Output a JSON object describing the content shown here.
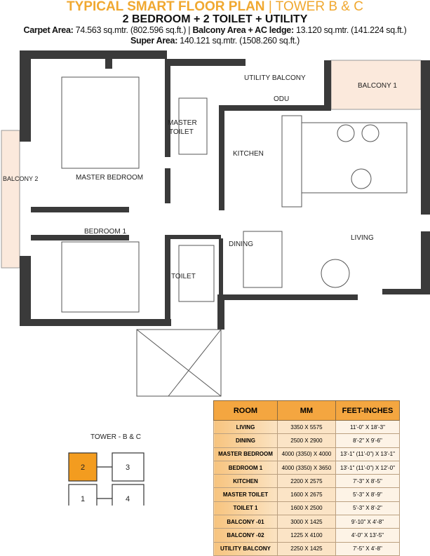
{
  "header": {
    "title": "TYPICAL SMART FLOOR PLAN",
    "title_suffix": "| TOWER B & C",
    "config": "2 BEDROOM + 2 TOILET + UTILITY",
    "carpet_label": "Carpet Area:",
    "carpet_value": "74.563 sq.mtr. (802.596 sq.ft.) |",
    "balcony_label": "Balcony Area + AC ledge:",
    "balcony_value": "13.120 sq.mtr. (141.224 sq.ft.)",
    "super_label": "Super Area:",
    "super_value": "140.121 sq.mtr. (1508.260 sq.ft.)"
  },
  "rooms": {
    "utility_balcony": "UTILITY BALCONY",
    "odu": "ODU",
    "balcony1": "BALCONY 1",
    "master_toilet_1": "MASTER",
    "master_toilet_2": "TOILET",
    "kitchen": "KITCHEN",
    "master_bedroom": "MASTER BEDROOM",
    "balcony2": "BALCONY 2",
    "bedroom1": "BEDROOM 1",
    "dining": "DINING",
    "living": "LIVING",
    "toilet": "TOILET"
  },
  "table": {
    "headers": [
      "ROOM",
      "MM",
      "FEET-INCHES"
    ],
    "rows": [
      [
        "LIVING",
        "3350 X 5575",
        "11'-0\" X 18'-3\""
      ],
      [
        "DINING",
        "2500 X 2900",
        "8'-2\" X 9'-6\""
      ],
      [
        "MASTER BEDROOM",
        "4000 (3350) X 4000",
        "13'-1\" (11'-0\") X 13'-1\""
      ],
      [
        "BEDROOM 1",
        "4000 (3350) X 3650",
        "13'-1\" (11'-0\") X 12'-0\""
      ],
      [
        "KITCHEN",
        "2200 X 2575",
        "7'-3\" X 8'-5\""
      ],
      [
        "MASTER TOILET",
        "1600 X 2675",
        "5'-3\" X 8'-9\""
      ],
      [
        "TOILET 1",
        "1600 X 2500",
        "5'-3\" X 8'-2\""
      ],
      [
        "BALCONY -01",
        "3000 X 1425",
        "9'-10\" X 4'-8\""
      ],
      [
        "BALCONY -02",
        "1225 X 4100",
        "4'-0\" X 13'-5\""
      ],
      [
        "UTILITY BALCONY",
        "2250 X 1425",
        "7'-5\" X 4'-8\""
      ]
    ]
  },
  "key_plan": {
    "title": "TOWER - B & C",
    "units": [
      "2",
      "3",
      "1",
      "4"
    ],
    "highlight": "2",
    "highlight_color": "#f39c1f"
  },
  "colors": {
    "accent": "#f0a830",
    "wall": "#3a3a3a",
    "balcony_fill": "#fbe9dc"
  }
}
